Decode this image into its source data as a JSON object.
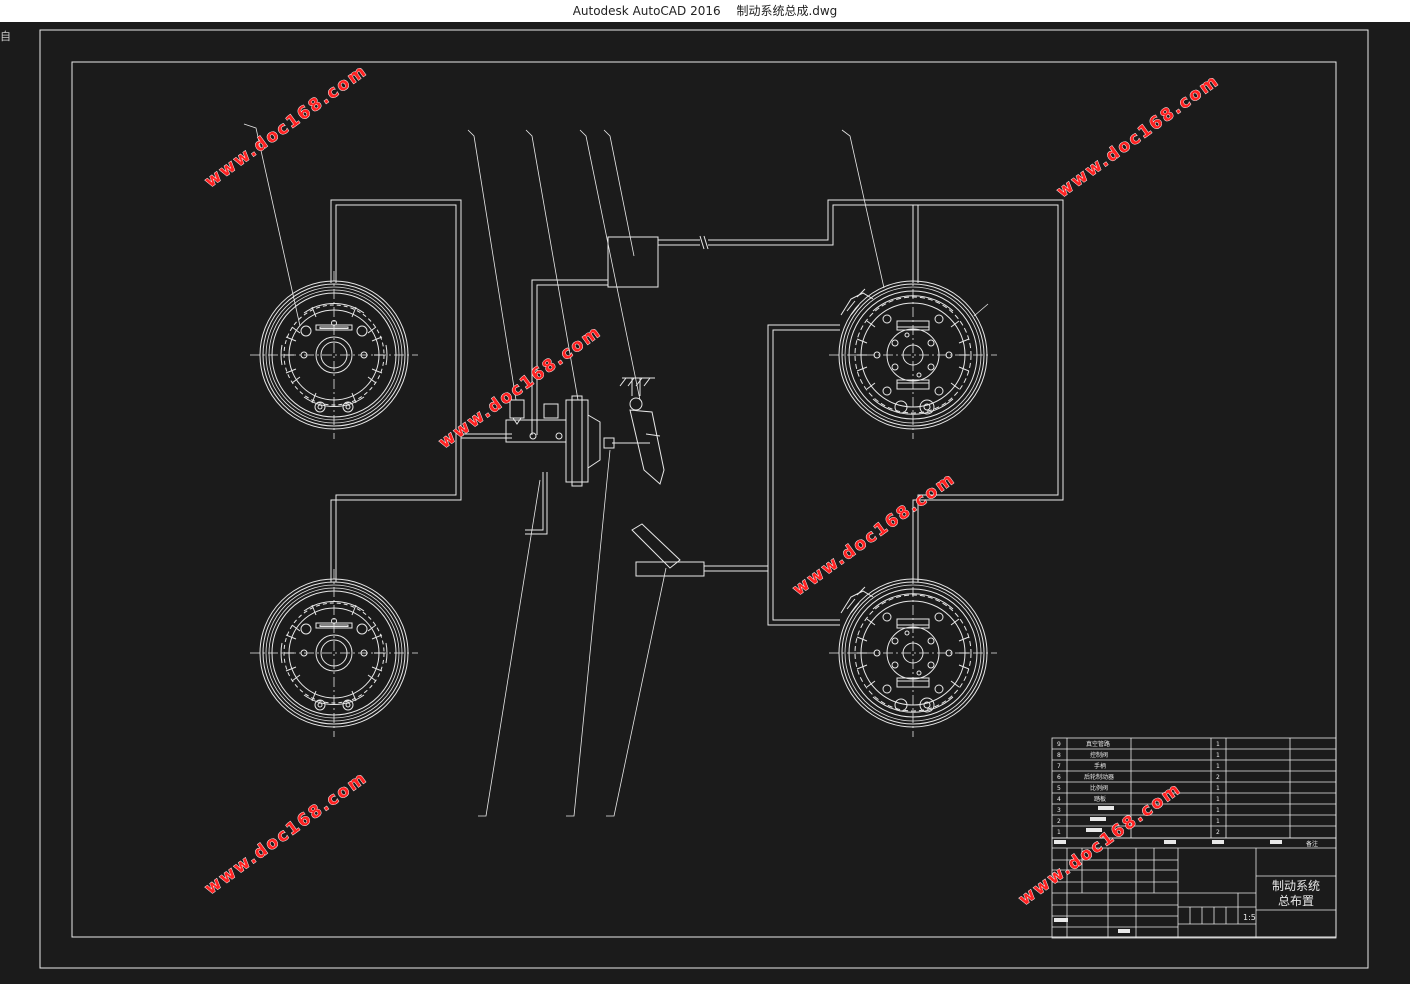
{
  "window": {
    "app_title": "Autodesk AutoCAD 2016",
    "file_name": "制动系统总成.dwg",
    "corner_glyph": "自"
  },
  "watermark": {
    "text": "www.doc168.com"
  },
  "title_block": {
    "drawing_title_line1": "制动系统",
    "drawing_title_line2": "总布置",
    "scale": "1:5",
    "parts": [
      {
        "no": "9",
        "name": "真空管路",
        "qty": "1"
      },
      {
        "no": "8",
        "name": "控制阀",
        "qty": "1"
      },
      {
        "no": "7",
        "name": "手柄",
        "qty": "1"
      },
      {
        "no": "6",
        "name": "后轮制动器",
        "qty": "2"
      },
      {
        "no": "5",
        "name": "比例阀",
        "qty": "1"
      },
      {
        "no": "4",
        "name": "踏板",
        "qty": "1"
      },
      {
        "no": "3",
        "name": "",
        "qty": "1"
      },
      {
        "no": "2",
        "name": "",
        "qty": "1"
      },
      {
        "no": "1",
        "name": "",
        "qty": "2"
      }
    ],
    "remark_header": "备注"
  },
  "colors": {
    "canvas": "#1b1b1b",
    "line": "#e8e8e8",
    "watermark": "#ff2222"
  }
}
